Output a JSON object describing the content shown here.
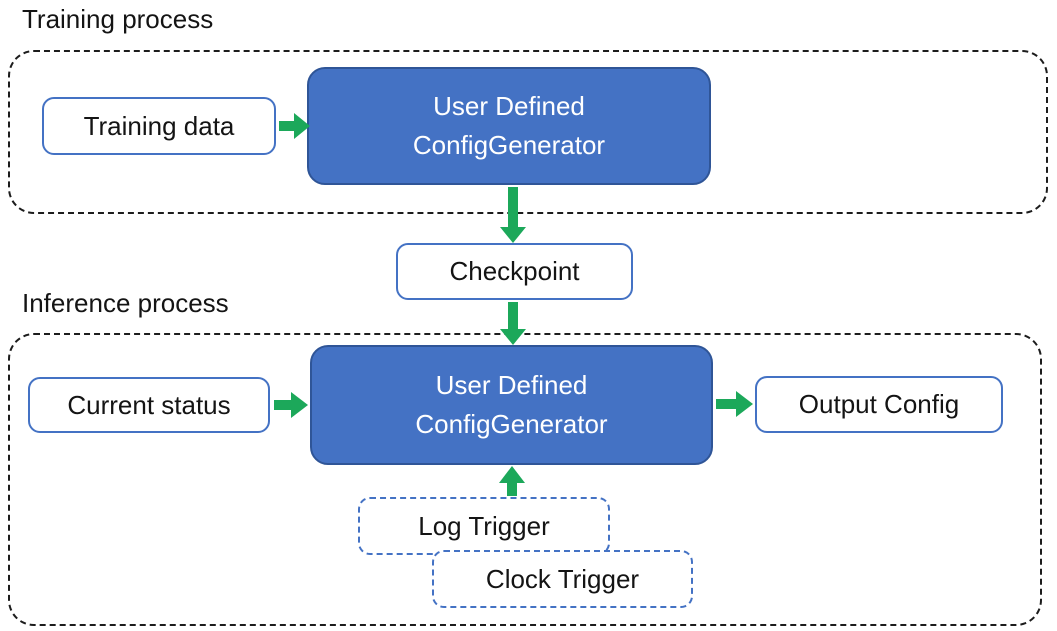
{
  "sections": {
    "training": {
      "label": "Training process"
    },
    "inference": {
      "label": "Inference process"
    }
  },
  "nodes": {
    "training_data": "Training data",
    "training_generator": "User Defined\nConfigGenerator",
    "checkpoint": "Checkpoint",
    "current_status": "Current status",
    "inference_generator": "User Defined\nConfigGenerator",
    "output_config": "Output Config",
    "log_trigger": "Log Trigger",
    "clock_trigger": "Clock Trigger"
  },
  "edges": [
    {
      "from": "Training data",
      "to": "User Defined ConfigGenerator (training)",
      "direction": "right"
    },
    {
      "from": "User Defined ConfigGenerator (training)",
      "to": "Checkpoint",
      "direction": "down"
    },
    {
      "from": "Checkpoint",
      "to": "User Defined ConfigGenerator (inference)",
      "direction": "down"
    },
    {
      "from": "Current status",
      "to": "User Defined ConfigGenerator (inference)",
      "direction": "right"
    },
    {
      "from": "User Defined ConfigGenerator (inference)",
      "to": "Output Config",
      "direction": "right"
    },
    {
      "from": "Log Trigger / Clock Trigger",
      "to": "User Defined ConfigGenerator (inference)",
      "direction": "up"
    }
  ],
  "colors": {
    "generator_fill": "#4472C4",
    "generator_border": "#2F5597",
    "io_box_border": "#4472C4",
    "trigger_box_border": "#4472C4",
    "arrow": "#1CA85A",
    "container_border": "#1C1C1C",
    "text_dark": "#141414",
    "text_light": "#FFFFFF",
    "background": "#FFFFFF"
  }
}
